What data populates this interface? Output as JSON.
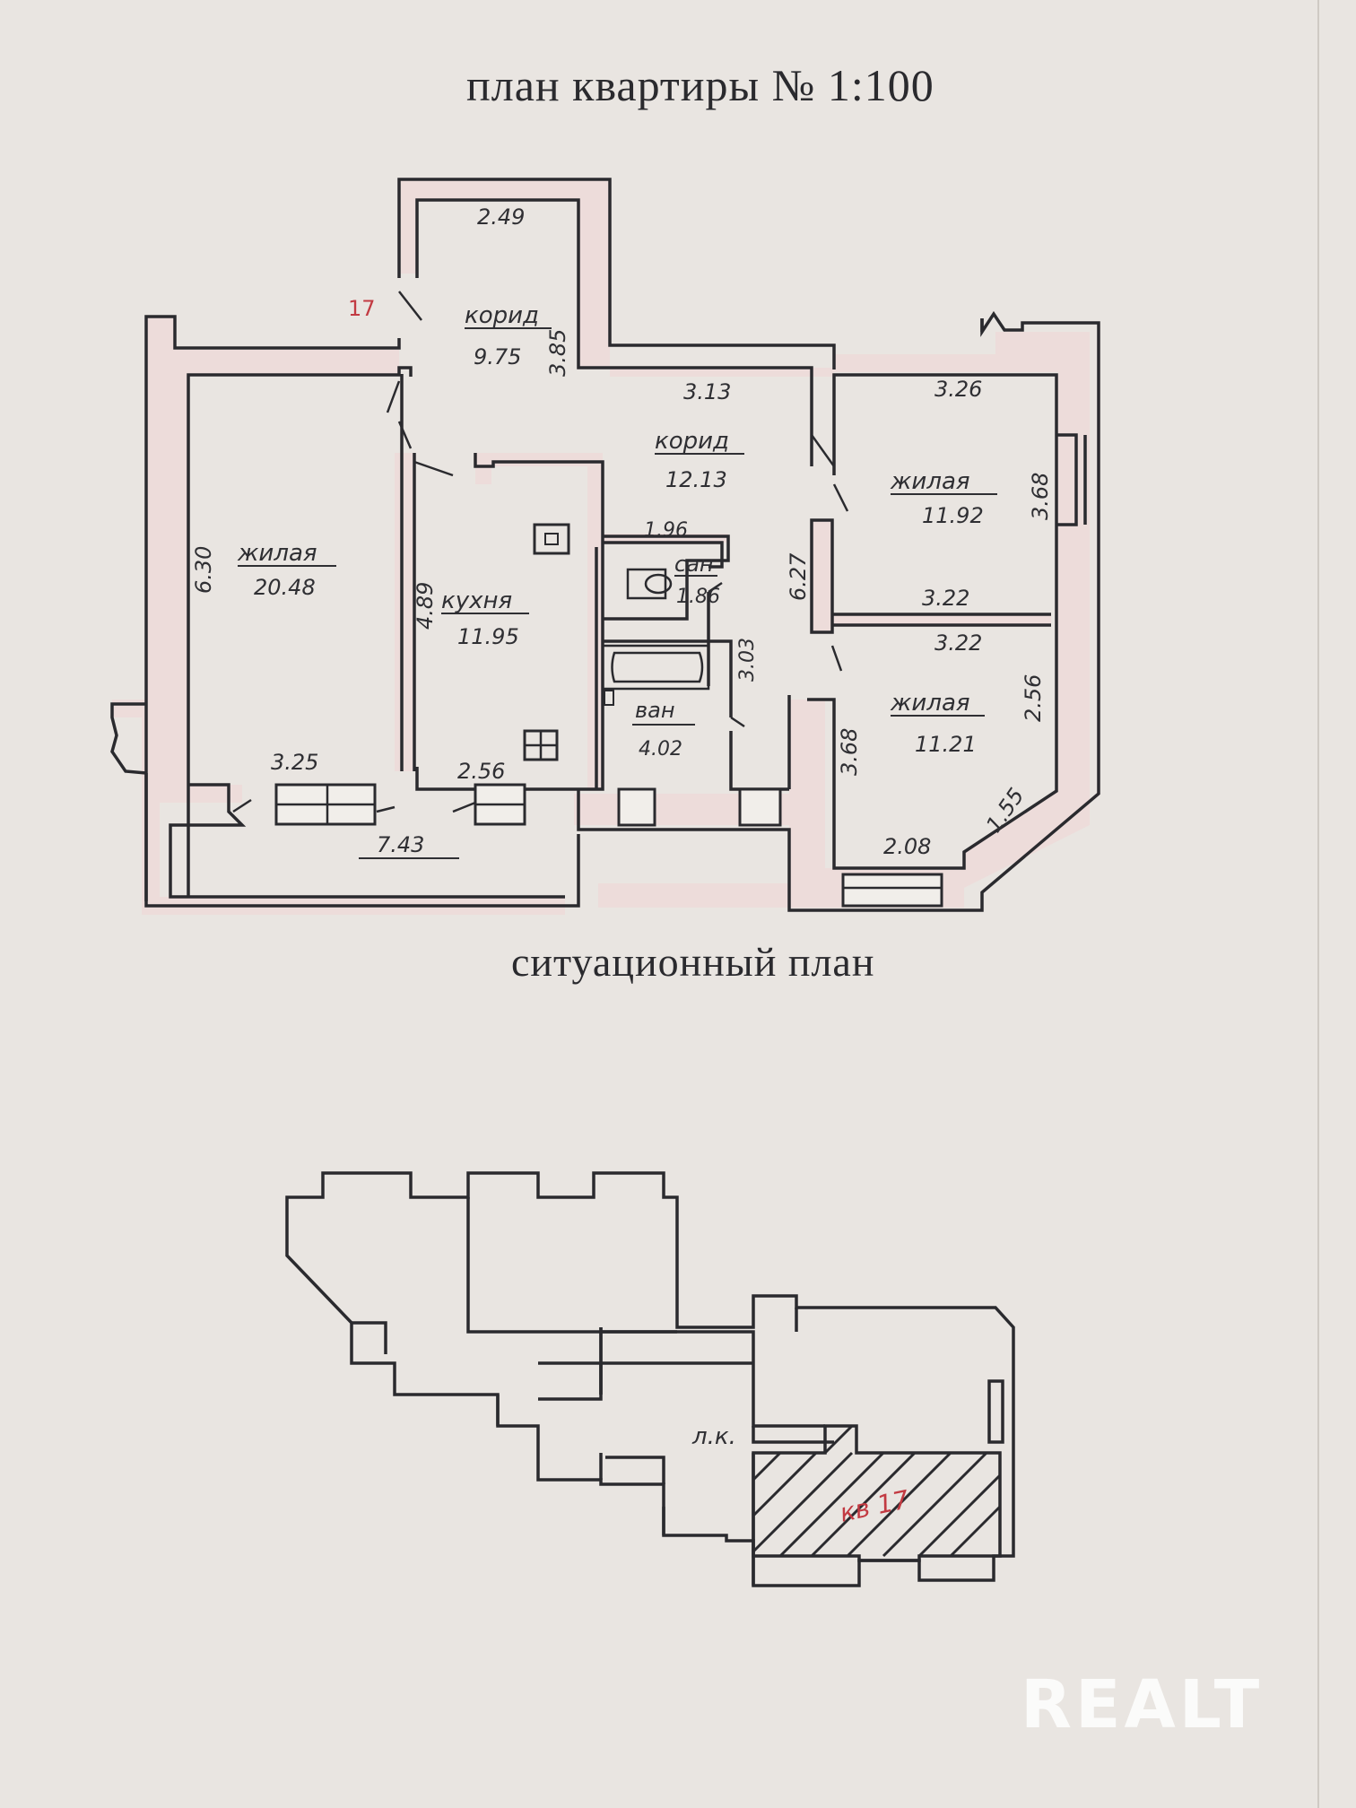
{
  "header": {
    "title": "план квартиры № 1:100"
  },
  "floorplan": {
    "apartment_label": "17",
    "rooms": [
      {
        "name": "корид",
        "area": "9.75"
      },
      {
        "name": "корид",
        "area": "12.13"
      },
      {
        "name": "жилая",
        "area": "20.48"
      },
      {
        "name": "кухня",
        "area": "11.95"
      },
      {
        "name": "сан",
        "area": "1.86"
      },
      {
        "name": "ван",
        "area": "4.02"
      },
      {
        "name": "жилая",
        "area": "11.92"
      },
      {
        "name": "жилая",
        "area": "11.21"
      }
    ],
    "dimensions": [
      "2.49",
      "3.85",
      "3.13",
      "3.26",
      "3.68",
      "6.30",
      "4.89",
      "1.96",
      "6.27",
      "3.22",
      "3.22",
      "3.03",
      "3.68",
      "2.56",
      "3.25",
      "2.56",
      "7.43",
      "2.08",
      "1.55"
    ]
  },
  "situation": {
    "title": "ситуационный план",
    "stair_label": "л.к.",
    "apartment_label": "кв 17"
  },
  "watermark": {
    "text": "REALT"
  }
}
